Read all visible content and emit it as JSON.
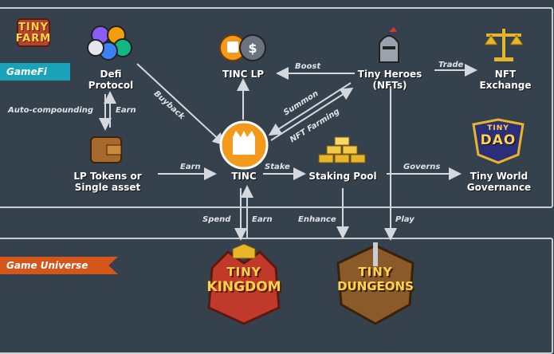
{
  "sections": {
    "camefi": "GameFi",
    "game_universe": "Game Universe"
  },
  "nodes": {
    "defi_protocol": "Defi\nProtocol",
    "tinc_lp": "TINC LP",
    "tiny_heroes": "Tiny Heroes\n(NFTs)",
    "nft_exchange": "NFT\nExchange",
    "lp_tokens": "LP Tokens or\nSingle asset",
    "tinc": "TINC",
    "staking_pool": "Staking Pool",
    "tiny_world_governance": "Tiny World\nGovernance"
  },
  "edges": {
    "buyback": "Buyback",
    "boost": "Boost",
    "trade": "Trade",
    "auto_compounding": "Auto-compounding",
    "earn_defi": "Earn",
    "summon": "Summon",
    "nft_farming": "NFT Farming",
    "earn_lp": "Earn",
    "stake": "Stake",
    "governs": "Governs",
    "spend": "Spend",
    "earn_game": "Earn",
    "enhance": "Enhance",
    "play": "Play"
  },
  "logos": {
    "tiny_farm": "TINY\nFARM",
    "tiny_dao_top": "TINY",
    "tiny_dao": "DAO",
    "tiny_kingdom_top": "TINY",
    "tiny_kingdom": "KINGDOM",
    "tiny_dungeons_top": "TINY",
    "tiny_dungeons": "DUNGEONS"
  },
  "icons": {
    "tinc_lp_coin_symbol": "$"
  },
  "colors": {
    "background": "#36414e",
    "frame": "#c9cdd2",
    "camefi_ribbon": "#1aa3b8",
    "game_universe_ribbon": "#d4561a",
    "tinc_orange": "#f39a1d",
    "gold": "#e7b52a"
  }
}
